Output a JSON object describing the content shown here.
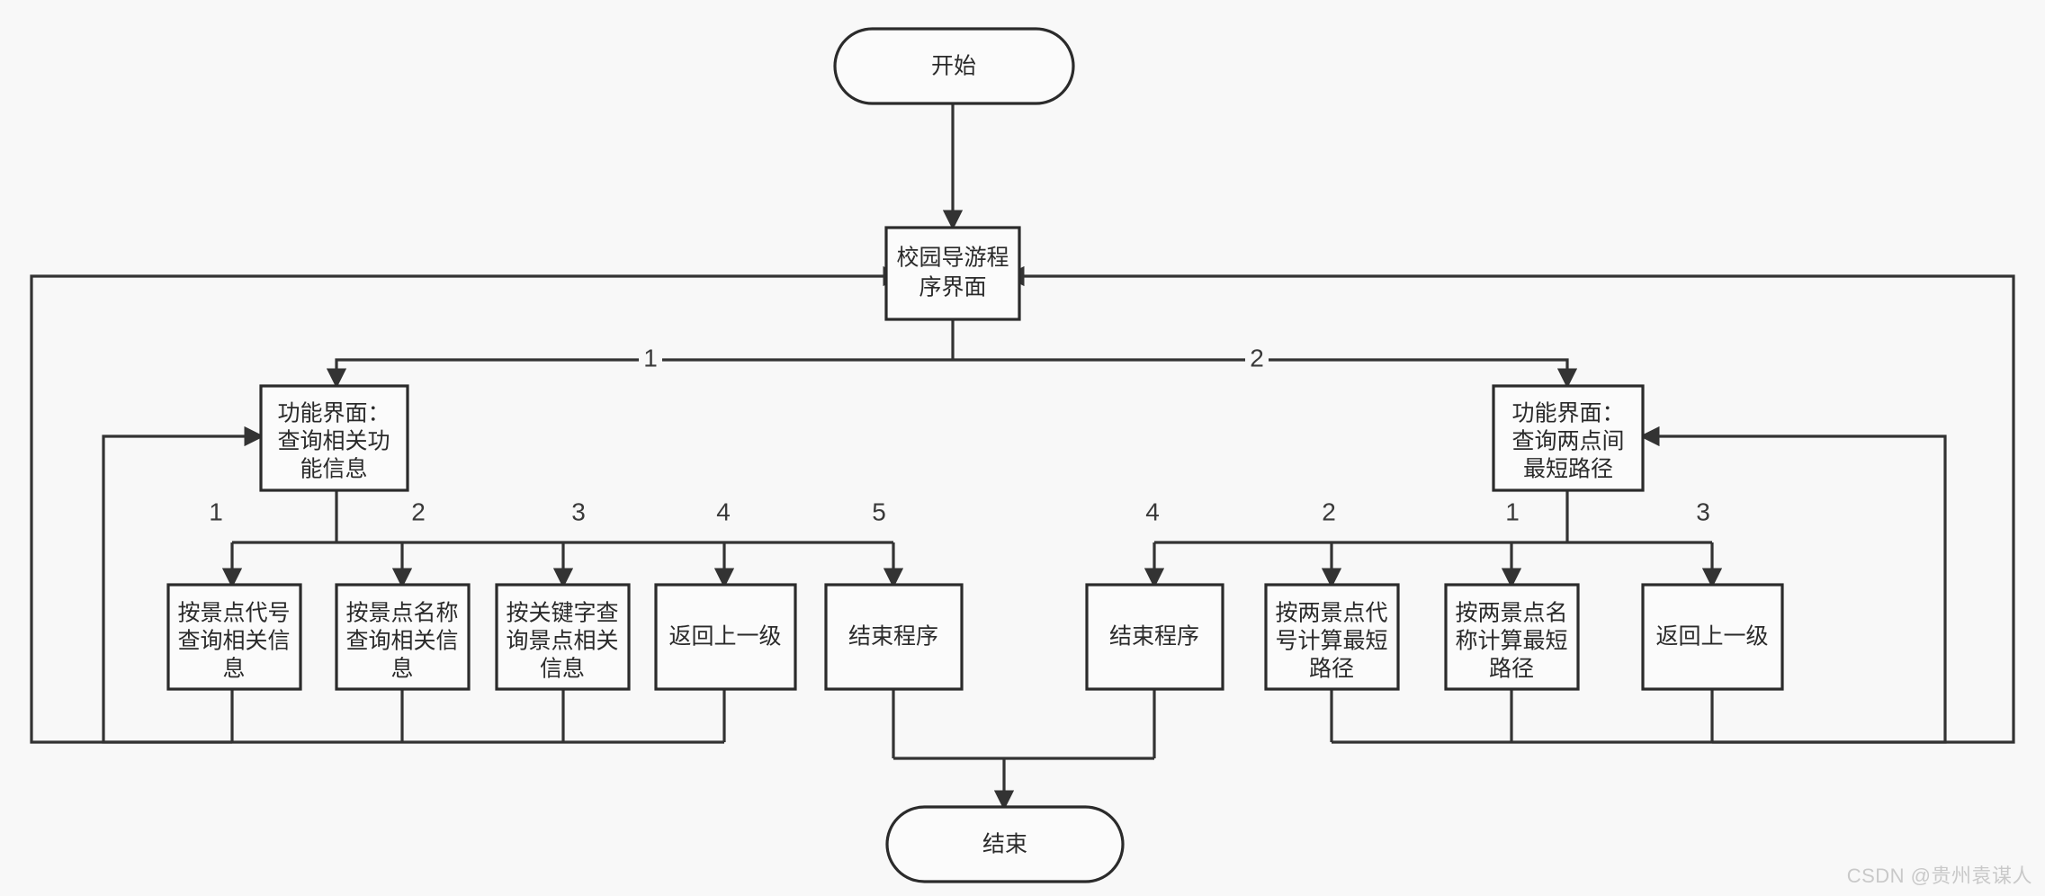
{
  "diagram": {
    "title_text": "",
    "background_color": "#f8f8f8",
    "node_fill": "#fbfbfb",
    "node_stroke": "#2b2b2b",
    "edge_color": "#333333",
    "text_color": "#2a2a2a"
  },
  "nodes": {
    "start": {
      "label": "开始",
      "shape": "stadium"
    },
    "main_ui": {
      "label_line1": "校园导游程",
      "label_line2": "序界面",
      "shape": "rect"
    },
    "fn_query": {
      "label_line1": "功能界面：",
      "label_line2": "查询相关功",
      "label_line3": "能信息",
      "shape": "rect"
    },
    "fn_path": {
      "label_line1": "功能界面：",
      "label_line2": "查询两点间",
      "label_line3": "最短路径",
      "shape": "rect"
    },
    "q1": {
      "label_line1": "按景点代号",
      "label_line2": "查询相关信",
      "label_line3": "息",
      "shape": "rect"
    },
    "q2": {
      "label_line1": "按景点名称",
      "label_line2": "查询相关信",
      "label_line3": "息",
      "shape": "rect"
    },
    "q3": {
      "label_line1": "按关键字查",
      "label_line2": "询景点相关",
      "label_line3": "信息",
      "shape": "rect"
    },
    "q4": {
      "label_line1": "返回上一级",
      "shape": "rect"
    },
    "q5": {
      "label_line1": "结束程序",
      "shape": "rect"
    },
    "p4": {
      "label_line1": "结束程序",
      "shape": "rect"
    },
    "p2": {
      "label_line1": "按两景点代",
      "label_line2": "号计算最短",
      "label_line3": "路径",
      "shape": "rect"
    },
    "p1": {
      "label_line1": "按两景点名",
      "label_line2": "称计算最短",
      "label_line3": "路径",
      "shape": "rect"
    },
    "p3": {
      "label_line1": "返回上一级",
      "shape": "rect"
    },
    "end": {
      "label": "结束",
      "shape": "stadium"
    }
  },
  "edge_labels": {
    "main_to_query": "1",
    "main_to_path": "2",
    "q1": "1",
    "q2": "2",
    "q3": "3",
    "q4": "4",
    "q5": "5",
    "p4": "4",
    "p2": "2",
    "p1": "1",
    "p3": "3"
  },
  "watermark": {
    "text": "CSDN @贵州袁谋人"
  }
}
